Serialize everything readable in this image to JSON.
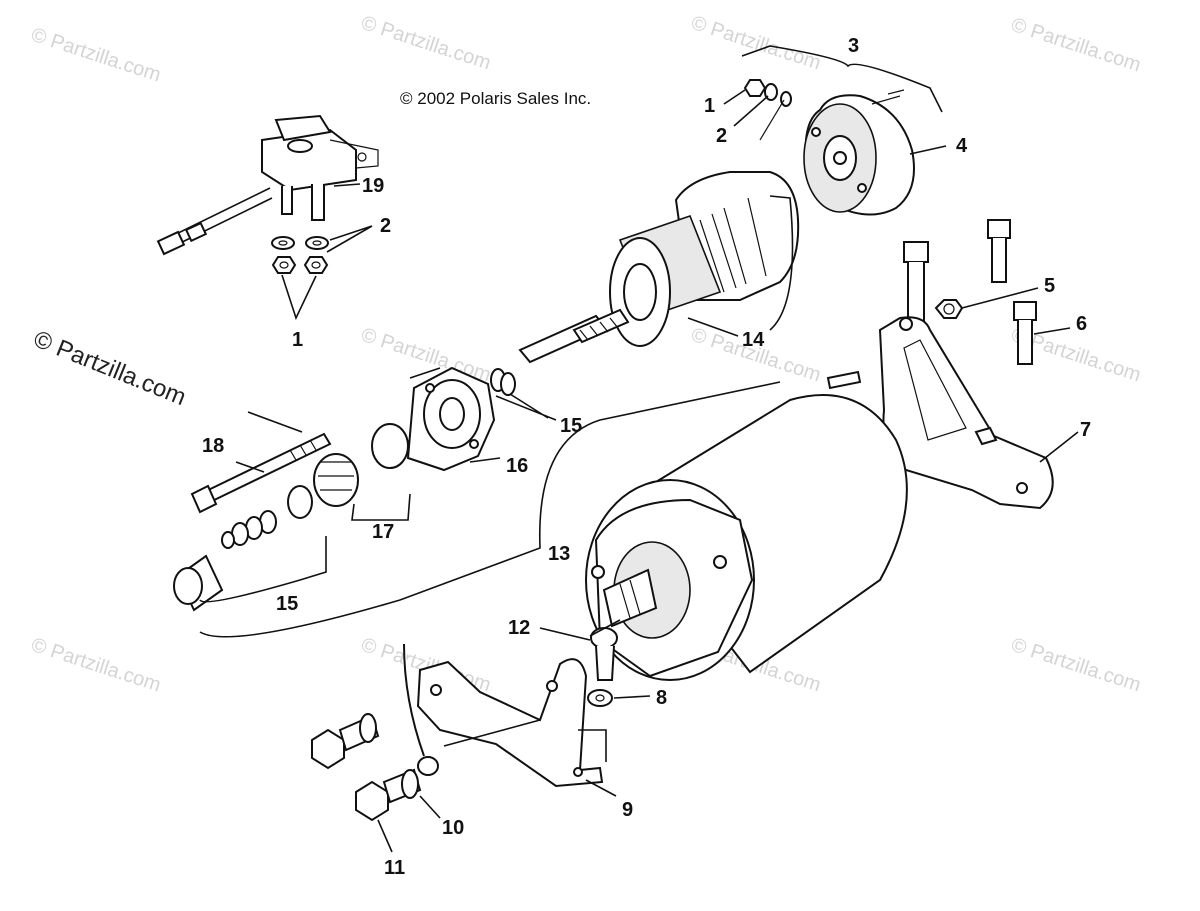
{
  "copyright": "© 2002 Polaris Sales Inc.",
  "watermark": "© Partzilla.com",
  "callouts": {
    "c1a": "1",
    "c2a": "2",
    "c3": "3",
    "c4": "4",
    "c2b": "2",
    "c19": "19",
    "c1b": "1",
    "c5": "5",
    "c6": "6",
    "c7": "7",
    "c14": "14",
    "c15a": "15",
    "c15b": "15",
    "c16": "16",
    "c17": "17",
    "c18": "18",
    "c13": "13",
    "c12": "12",
    "c8": "8",
    "c9": "9",
    "c10": "10",
    "c11": "11"
  }
}
